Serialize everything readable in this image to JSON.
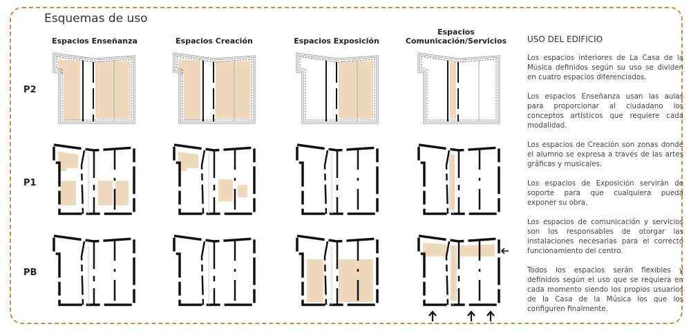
{
  "title": "Esquemas de uso",
  "columns": [
    "Espacios Enseñanza",
    "Espacios Creación",
    "Espacios Exposición",
    "Espacios Comunicación/Servicios"
  ],
  "rows": [
    "P2",
    "P1",
    "PB"
  ],
  "colors": {
    "frame": "#d08a3c",
    "fill": "#efd9bb",
    "wall": "#111111"
  },
  "plans": [
    {
      "column": 0,
      "row": "P2",
      "zones": [
        "p2-left",
        "p2-right"
      ]
    },
    {
      "column": 1,
      "row": "P2",
      "zones": [
        "p2-left",
        "p2-right"
      ]
    },
    {
      "column": 2,
      "row": "P2",
      "zones": [
        "p2-right"
      ]
    },
    {
      "column": 3,
      "row": "P2",
      "zones": [
        "p2-corridor"
      ]
    },
    {
      "column": 0,
      "row": "P1",
      "zones": [
        "p1-nw",
        "p1-sw",
        "p1-mid",
        "p1-east"
      ]
    },
    {
      "column": 1,
      "row": "P1",
      "zones": [
        "p1-nw",
        "p1-mid-small",
        "p1-east-small"
      ]
    },
    {
      "column": 2,
      "row": "P1",
      "zones": []
    },
    {
      "column": 3,
      "row": "P1",
      "zones": [
        "p1-corridor"
      ]
    },
    {
      "column": 0,
      "row": "PB",
      "zones": []
    },
    {
      "column": 1,
      "row": "PB",
      "zones": []
    },
    {
      "column": 2,
      "row": "PB",
      "zones": [
        "pb-west",
        "pb-east"
      ]
    },
    {
      "column": 3,
      "row": "PB",
      "zones": [
        "pb-nw",
        "pb-corridor",
        "pb-ne"
      ],
      "entrance_arrows": 3,
      "side_arrow": true
    }
  ],
  "sidebar": {
    "heading": "USO DEL EDIFICIO",
    "paragraphs": [
      "Los espacios interiores de La Casa de la Música definidos según su uso se dividen en cuatro espacios diferenciados.",
      "Los espacios Enseñanza usan las aulas para proporcionar al ciudadano los conceptos artísticos que requiere cada modalidad.",
      "Los espacios de Creación son zonas donde el alumno se expresa a través de las artes gráficas y musicales.",
      "Los espacios de Exposición servirán de soporte para que cualquiera pueda exponer su obra.",
      "Los espacios de comunicación y servicios son los responsables de otorgar las instalaciones necesarias para el correcto funcionamiento del centro.",
      "Todos los espacios serán flexibles y definidos según el uso que se requiera en cada momento siendo los propios usuarios de la Casa de la Música los que los configuren finalmente."
    ]
  }
}
